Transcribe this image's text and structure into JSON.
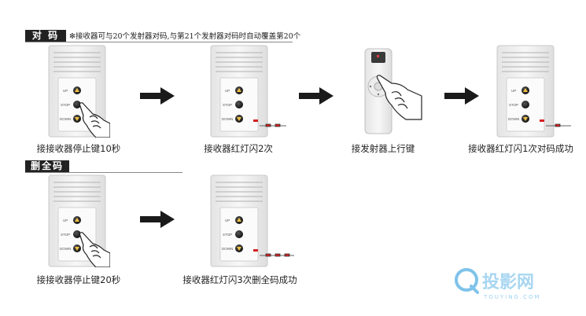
{
  "pair_section": {
    "tag": "对 码",
    "note": "✻接收器可与20个发射器对码,与第21个发射器对码时自动覆盖第20个",
    "steps": [
      "接接收器停止键10秒",
      "接收器红灯闪2次",
      "接发射器上行键",
      "接收器红灯闪1次对码成功"
    ]
  },
  "delete_section": {
    "tag": "删全码",
    "steps": [
      "接接收器停止键20秒",
      "接收器红灯闪3次删全码成功"
    ]
  },
  "receiver_buttons": [
    "UP",
    "STOP",
    "DOWN"
  ],
  "watermark": {
    "brand": "投影网",
    "domain": "TOUYING.COM"
  },
  "colors": {
    "tag_bg": "#222222",
    "led_red": "#d42020",
    "arrow": "#1a1a1a",
    "watermark": "#7fc3ea"
  }
}
